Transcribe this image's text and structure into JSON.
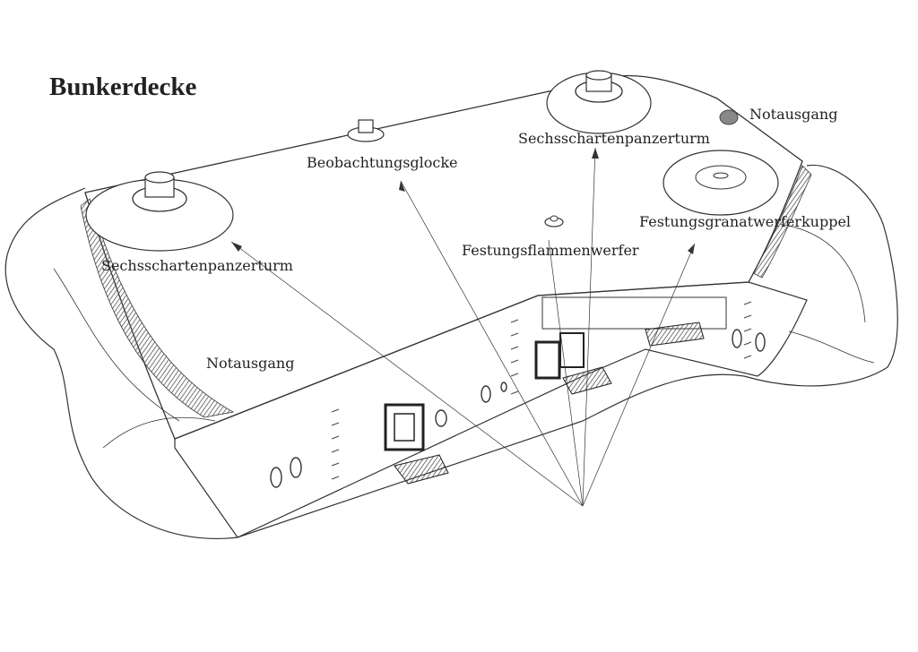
{
  "title": "Bunkerdecke",
  "labels": {
    "notausgang_right": "Notausgang",
    "beobachtungsglocke": "Beobachtungsglocke",
    "sechsscharten_right": "Sechsschartenpanzerturm",
    "sechsscharten_left": "Sechsschartenpanzerturm",
    "flammenwerfer": "Festungsflammenwerfer",
    "granatwerfer": "Festungsgranatwerferkuppel",
    "notausgang_left": "Notausgang"
  },
  "colors": {
    "line": "#333333",
    "hatch": "#555555",
    "paper": "#ffffff"
  }
}
